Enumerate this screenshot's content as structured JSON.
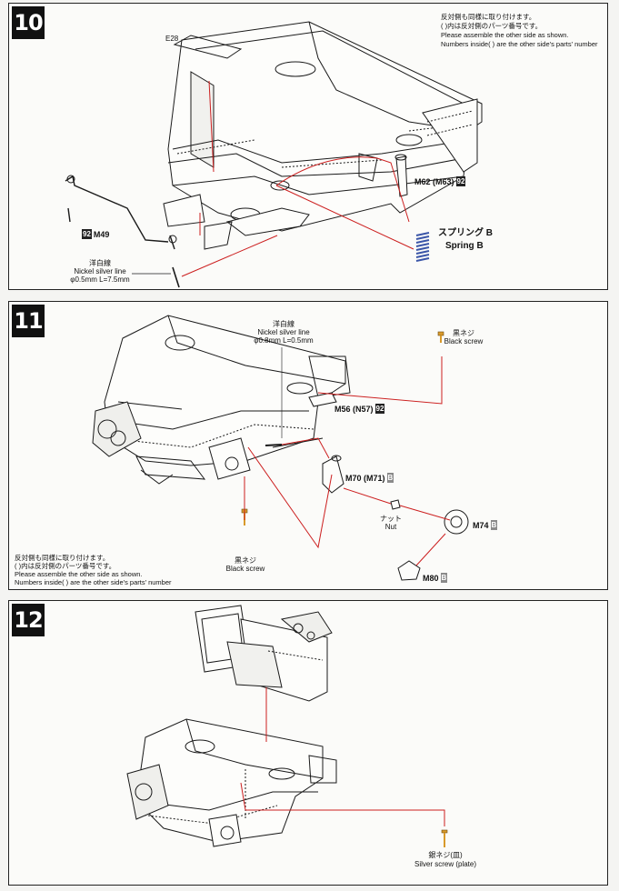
{
  "step10": {
    "number": "10",
    "note": {
      "line1": "反対側も同様に取り付けます。",
      "line2": "( )内は反対側のパーツ番号です。",
      "line3": "Please assemble the other side as shown.",
      "line4": "Numbers inside( ) are the other side's parts' number"
    },
    "part_e28": "E28",
    "part_m62": "M62 (M63)",
    "tag_m62": "92",
    "part_m49": "M49",
    "tag_m49": "92",
    "spring_jp": "スプリング B",
    "spring_en": "Spring B",
    "wire_jp": "洋白線",
    "wire_en": "Nickel silver line",
    "wire_dim": "φ0.5mm L=7.5mm"
  },
  "step11": {
    "number": "11",
    "wire_jp": "洋白線",
    "wire_en": "Nickel silver line",
    "wire_dim": "φ0.8mm L=0.5mm",
    "black_screw_jp_top": "黒ネジ",
    "black_screw_en_top": "Black screw",
    "part_m56": "M56 (N57)",
    "tag_m56": "92",
    "part_m70": "M70 (M71)",
    "tag_m70": "B",
    "nut_jp": "ナット",
    "nut_en": "Nut",
    "part_m74": "M74",
    "tag_m74": "B",
    "part_m80": "M80",
    "tag_m80": "B",
    "black_screw_jp": "黒ネジ",
    "black_screw_en": "Black screw",
    "note": {
      "line1": "反対側も同様に取り付けます。",
      "line2": "( )内は反対側のパーツ番号です。",
      "line3": "Please assemble the other side as shown.",
      "line4": "Numbers inside( ) are the other side's parts' number"
    }
  },
  "step12": {
    "number": "12",
    "silver_screw_jp": "銀ネジ(皿)",
    "silver_screw_en": "Silver screw (plate)"
  },
  "colors": {
    "leader": "#cc1f1f",
    "ink": "#1a1a1a",
    "screw": "#d99a2b"
  }
}
